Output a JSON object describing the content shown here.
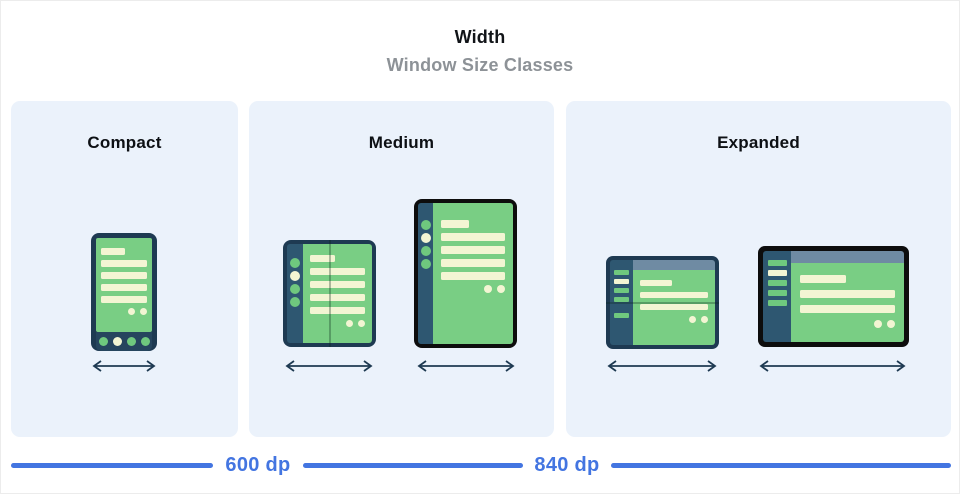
{
  "header": {
    "title": "Width",
    "subtitle": "Window Size Classes"
  },
  "panels": {
    "compact": {
      "label": "Compact",
      "devices": [
        "phone"
      ]
    },
    "medium": {
      "label": "Medium",
      "devices": [
        "foldable-portrait",
        "tablet-portrait"
      ]
    },
    "expanded": {
      "label": "Expanded",
      "devices": [
        "foldable-landscape",
        "laptop"
      ]
    }
  },
  "breakpoints": {
    "medium_min": "600 dp",
    "expanded_min": "840 dp"
  },
  "colors": {
    "panel_bg": "#EBF2FB",
    "frame_navy": "#1E3A52",
    "frame_black": "#0D0D0D",
    "rail_navy": "#2E5771",
    "screen_green": "#79CE84",
    "content_cream": "#F3F5D3",
    "topbar_slate": "#6F8BA3",
    "breakpoint_blue": "#4375E1",
    "subtitle_gray": "#8D9297"
  }
}
